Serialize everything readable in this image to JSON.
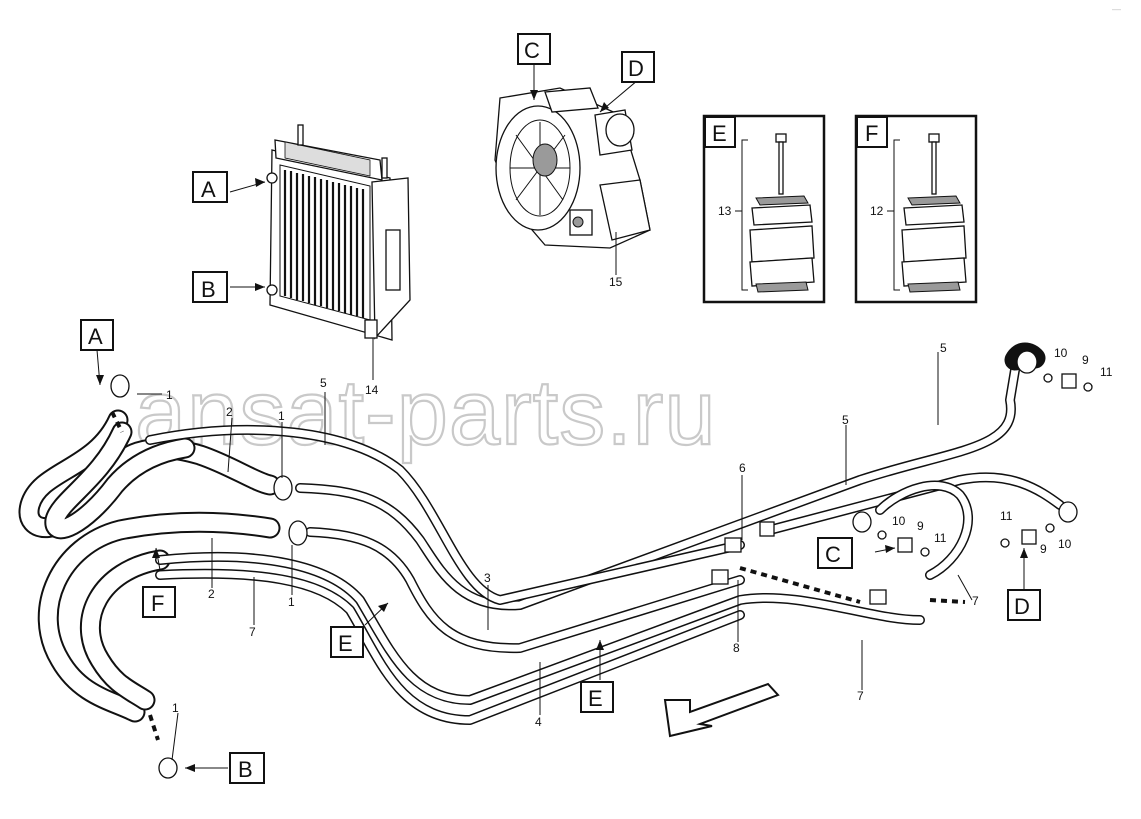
{
  "watermark": "ansat-parts.ru",
  "corner_mark": "—",
  "boxes": {
    "A": "A",
    "B": "B",
    "C": "C",
    "D": "D",
    "E": "E",
    "F": "F"
  },
  "inset_E": {
    "letter": "E",
    "part": "13"
  },
  "inset_F": {
    "letter": "F",
    "part": "12"
  },
  "parts": {
    "p1": "1",
    "p2": "2",
    "p3": "3",
    "p4": "4",
    "p5": "5",
    "p6": "6",
    "p7": "7",
    "p8": "8",
    "p9": "9",
    "p10": "10",
    "p11": "11",
    "p14": "14",
    "p15": "15"
  },
  "icons": [
    "radiator-icon",
    "transmission-icon",
    "clamp-icon",
    "fitting-icon",
    "direction-arrow-icon"
  ]
}
